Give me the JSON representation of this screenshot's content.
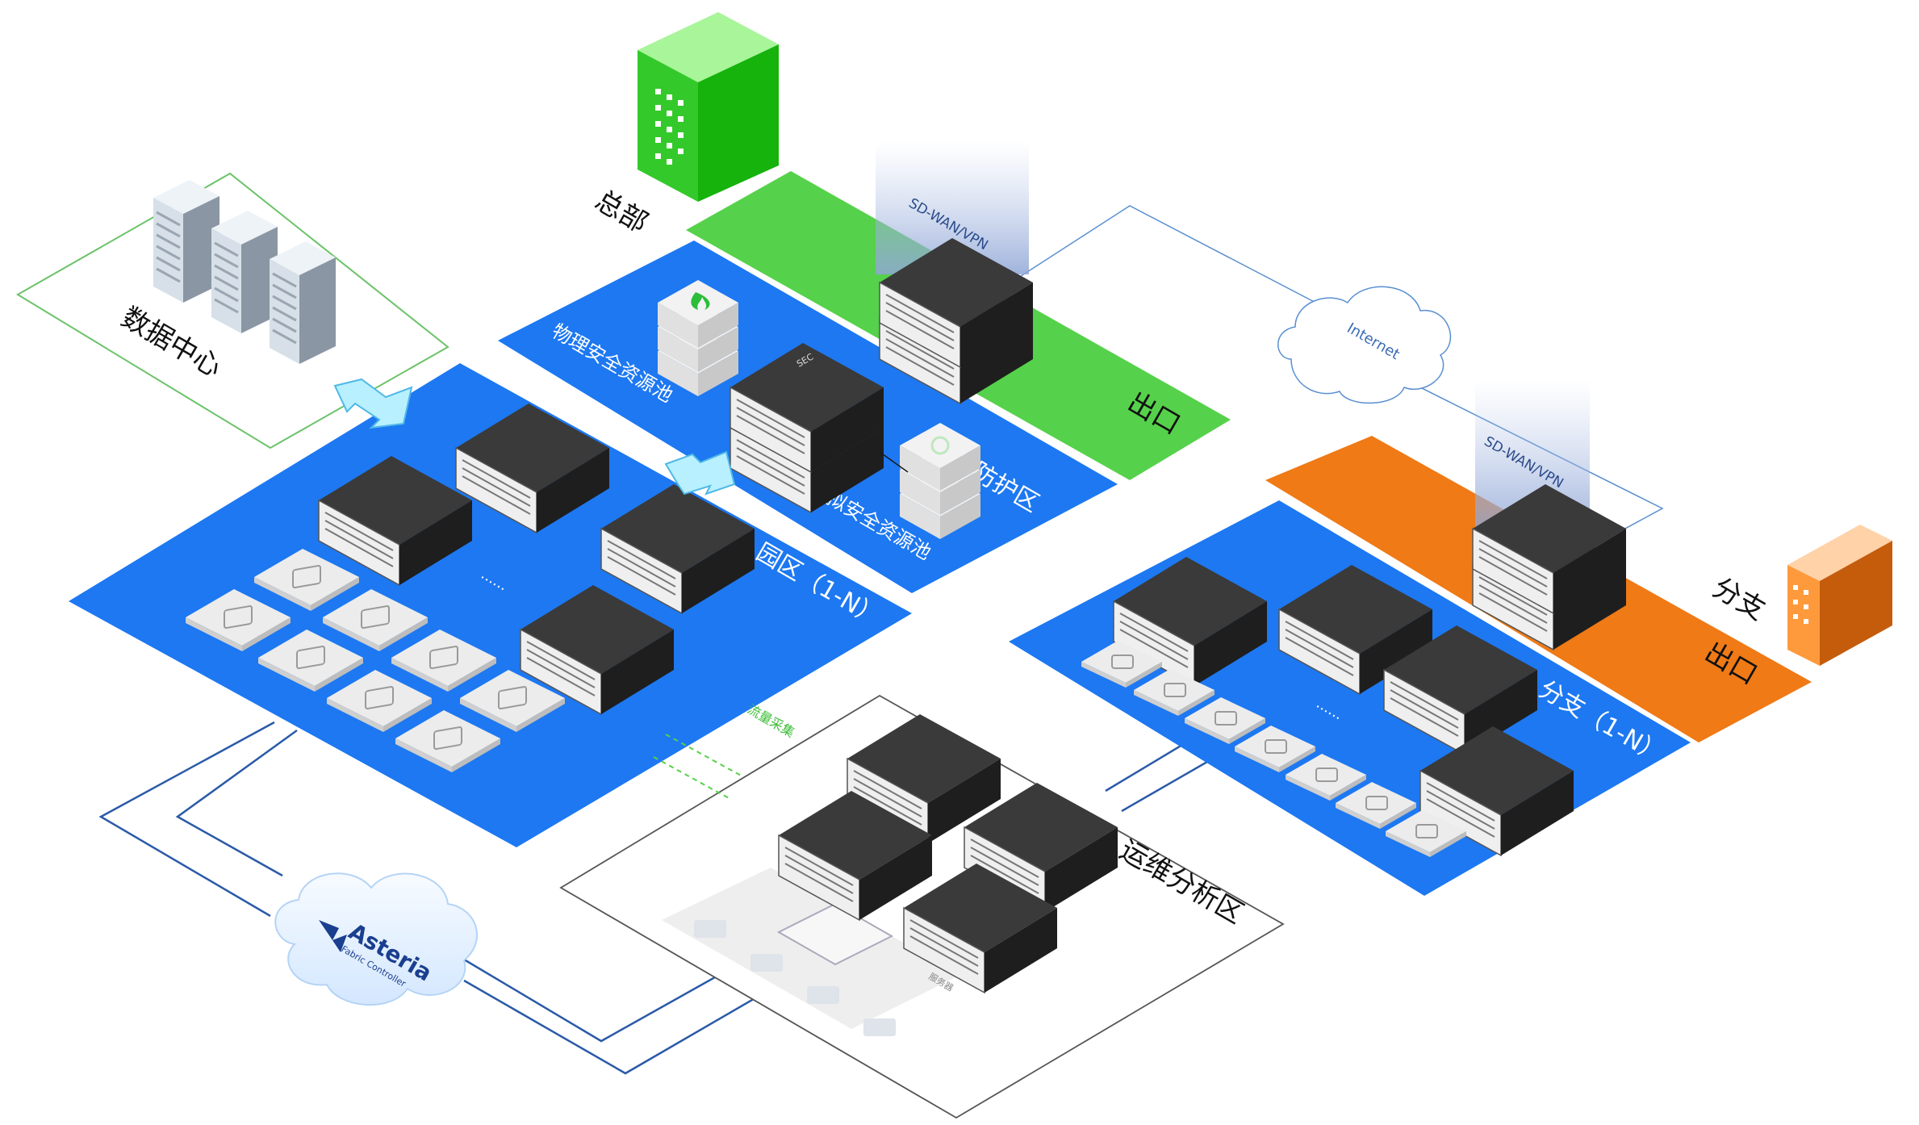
{
  "labels": {
    "headquarters": "总部",
    "datacenter": "数据中心",
    "security_zone": "安全防护区",
    "physical_pool": "物理安全资源池",
    "virtual_pool": "虚拟安全资源池",
    "campus": "园区（1-N）",
    "hq_exit": "出口",
    "branch": "分支",
    "branch_exit": "出口",
    "branch_zone": "分支（1-N）",
    "ops_zone": "运维分析区",
    "traffic_collection": "流量采集",
    "sdwan_hq": "SD-WAN/VPN",
    "sdwan_branch": "SD-WAN/VPN",
    "internet": "Internet",
    "controller_brand": "Asteria",
    "controller_sub": "Fabric Controller",
    "dots": "......",
    "server_caption": "服务器",
    "sec_logo": "SEC"
  },
  "colors": {
    "blue": "#1d78f2",
    "green": "#56d14b",
    "orange": "#ef7a16",
    "line_blue": "#2a5aa8",
    "cloud": "#e9f3ff"
  }
}
